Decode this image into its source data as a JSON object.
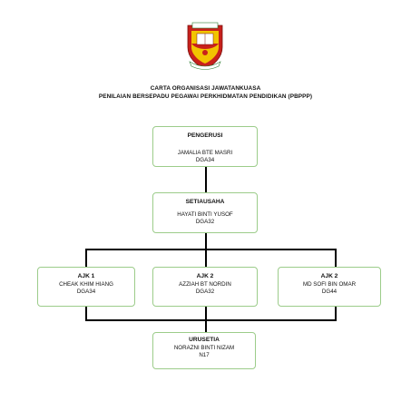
{
  "logo": {
    "name": "school-crest-logo"
  },
  "header": {
    "line1": "CARTA ORGANISASI JAWATANKUASA",
    "line2": "PENILAIAN BERSEPADU PEGAWAI PERKHIDMATAN PENDIDIKAN (PBPPP)"
  },
  "chart": {
    "chair": {
      "title": "PENGERUSI",
      "name": "JAMALIA BTE MASRI",
      "grade": "DGA34"
    },
    "secretary": {
      "title": "SETIAUSAHA",
      "name": "HAYATI BINTI YUSOF",
      "grade": "DGA32"
    },
    "members": [
      {
        "title": "AJK 1",
        "name": "CHEAK KHIM HIANG",
        "grade": "DGA34"
      },
      {
        "title": "AJK 2",
        "name": "AZZIAH BT NORDIN",
        "grade": "DGA32"
      },
      {
        "title": "AJK 2",
        "name": "MD SOFI BIN OMAR",
        "grade": "DG44"
      }
    ],
    "clerk": {
      "title": "URUSETIA",
      "name": "NORAZNI BINTI NIZAM",
      "grade": "N17"
    }
  },
  "colors": {
    "box_border": "#9ccc8a",
    "crest_red": "#c8201c",
    "crest_yellow": "#f2c400",
    "crest_green": "#2e7d32"
  }
}
